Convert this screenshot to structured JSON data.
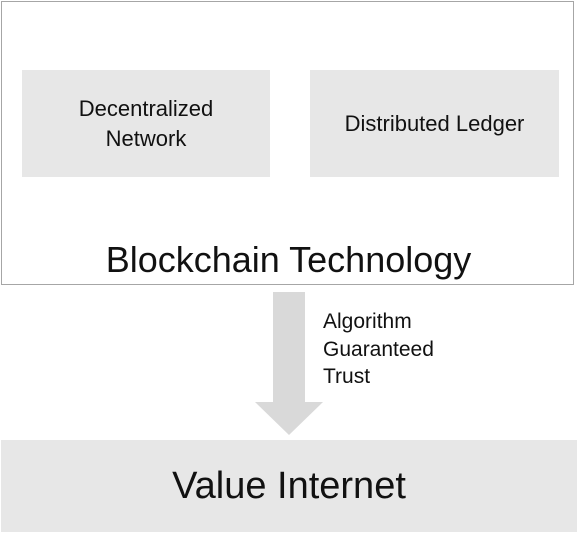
{
  "blockchain": {
    "components": [
      {
        "label_line1": "Decentralized",
        "label_line2": "Network"
      },
      {
        "label": "Distributed Ledger"
      }
    ],
    "title": "Blockchain Technology"
  },
  "arrow": {
    "label_lines": [
      "Algorithm",
      "Guaranteed",
      "Trust"
    ]
  },
  "result": {
    "title": "Value Internet"
  },
  "colors": {
    "box_fill": "#e7e7e7",
    "arrow_fill": "#d9d9d9",
    "outline": "#a6a6a6"
  }
}
